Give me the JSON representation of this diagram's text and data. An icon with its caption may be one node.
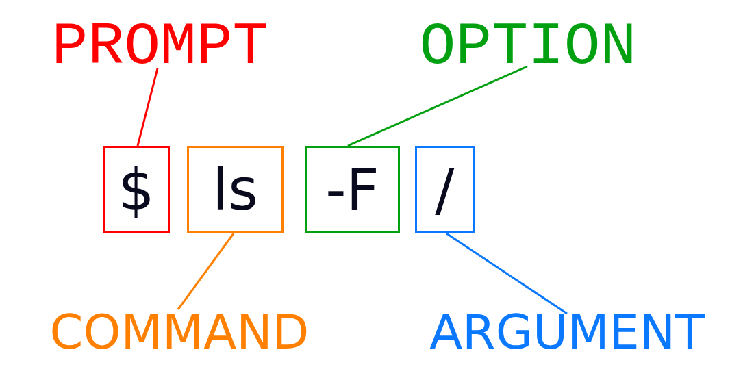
{
  "diagram": {
    "nodes": [
      {
        "text": [
          "PROMPT"
        ]
      },
      {
        "text": [
          "$"
        ]
      },
      {
        "text": [
          "ls"
        ]
      },
      {
        "text": [
          "-F"
        ]
      },
      {
        "text": [
          "/"
        ]
      },
      {
        "text": [
          "OPTION"
        ]
      },
      {
        "text": [
          "COMMAND"
        ]
      },
      {
        "text": [
          "ARGUMENT"
        ]
      }
    ],
    "edges": [
      {
        "from": 0,
        "to": 1,
        "arrow": "none",
        "color": "#ff0000"
      },
      {
        "from": 5,
        "to": 3,
        "arrow": "none",
        "color": "#00a010"
      },
      {
        "from": 6,
        "to": 2,
        "arrow": "none",
        "color": "#ff8000"
      },
      {
        "from": 7,
        "to": 4,
        "arrow": "none",
        "color": "#0a78ff"
      }
    ]
  }
}
